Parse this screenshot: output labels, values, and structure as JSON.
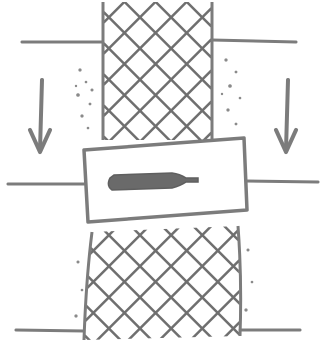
{
  "diagram": {
    "style": "hand-drawn sketch",
    "colors": {
      "ink": "#7c7c7c",
      "ink_dark": "#5f5f5f",
      "paper": "#ffffff"
    },
    "elements": [
      {
        "name": "upper-mesh-band",
        "kind": "crosshatch-fill"
      },
      {
        "name": "lower-mesh-band",
        "kind": "crosshatch-fill"
      },
      {
        "name": "left-down-arrow",
        "kind": "arrow",
        "direction": "down"
      },
      {
        "name": "right-down-arrow",
        "kind": "arrow",
        "direction": "down"
      },
      {
        "name": "center-plate",
        "kind": "rectangle"
      },
      {
        "name": "plate-slot",
        "kind": "rounded-shape"
      }
    ]
  }
}
